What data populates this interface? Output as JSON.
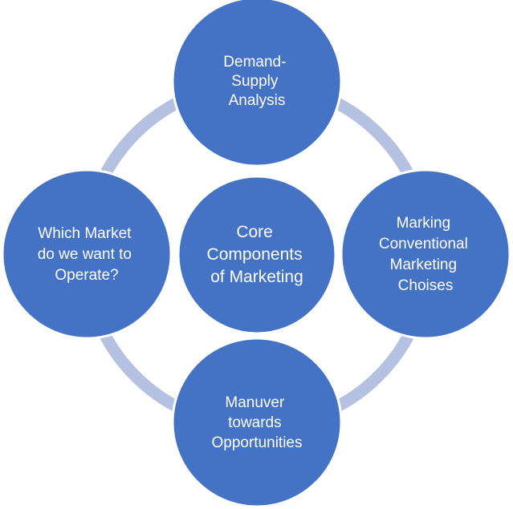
{
  "diagram": {
    "center": {
      "lines": [
        "Core",
        "Components",
        "of Marketing"
      ]
    },
    "nodes": [
      {
        "id": "top",
        "lines": [
          "Demand-",
          "Supply",
          "Analysis"
        ]
      },
      {
        "id": "right",
        "lines": [
          "Marking",
          "Conventional",
          "Marketing",
          "Choises"
        ]
      },
      {
        "id": "bottom",
        "lines": [
          "Manuver",
          "towards",
          "Opportunities"
        ]
      },
      {
        "id": "left",
        "lines": [
          "Which Market",
          "do we want to",
          "Operate?"
        ]
      }
    ],
    "colors": {
      "node_fill": "#4472C4",
      "node_stroke": "#ffffff",
      "ring": "#B4C1E0",
      "text": "#ffffff"
    }
  }
}
